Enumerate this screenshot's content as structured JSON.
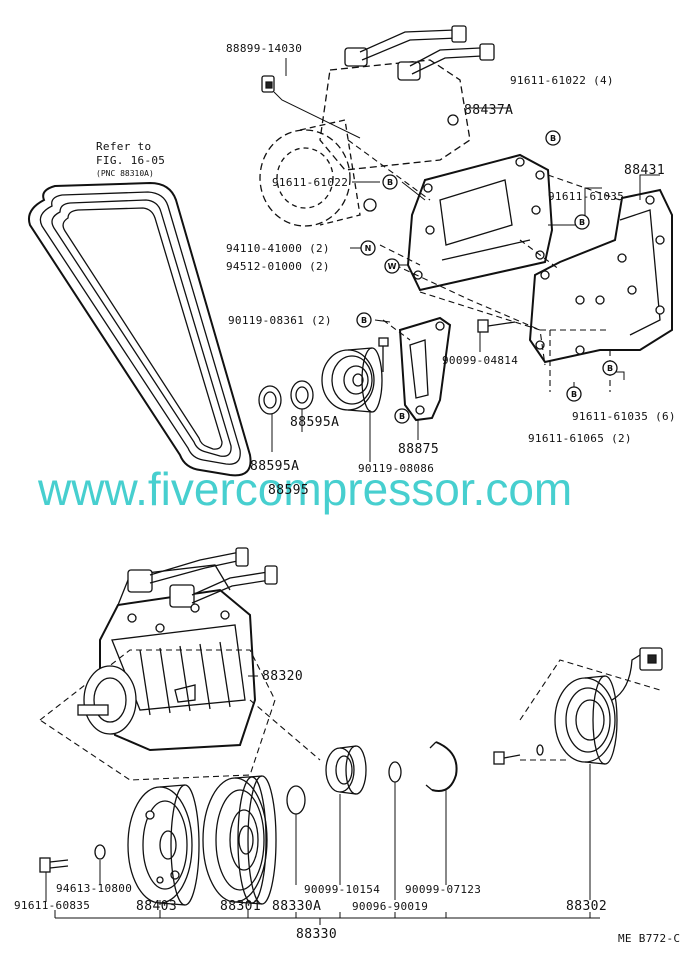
{
  "watermark": "www.fivercompressor.com",
  "reference": {
    "line1": "Refer to",
    "line2": "FIG. 16-05",
    "line3": "(PNC 88310A)"
  },
  "page_code": "ME B772-C",
  "labels": {
    "p88899_14030": "88899-14030",
    "p91611_61022_4": "91611-61022 (4)",
    "p88437A": "88437A",
    "p91611_61022": "91611-61022",
    "p88431": "88431",
    "p91611_61035": "91611-61035",
    "p94110_41000": "94110-41000 (2)",
    "p94512_01000": "94512-01000 (2)",
    "p90119_08361": "90119-08361 (2)",
    "p90099_04814": "90099-04814",
    "p91611_61035_6": "91611-61035 (6)",
    "p91611_61065": "91611-61065 (2)",
    "p88875": "88875",
    "p88595A_1": "88595A",
    "p88595A_2": "88595A",
    "p88595": "88595",
    "p90119_08086": "90119-08086",
    "p88320": "88320",
    "p94613_10800": "94613-10800",
    "p91611_60835": "91611-60835",
    "p88403": "88403",
    "p88301": "88301",
    "p88330A": "88330A",
    "p90099_10154": "90099-10154",
    "p90096_90019": "90096-90019",
    "p90099_07123": "90099-07123",
    "p88302": "88302",
    "p88330": "88330"
  },
  "callouts": {
    "b": "B",
    "n": "N",
    "w": "W"
  }
}
